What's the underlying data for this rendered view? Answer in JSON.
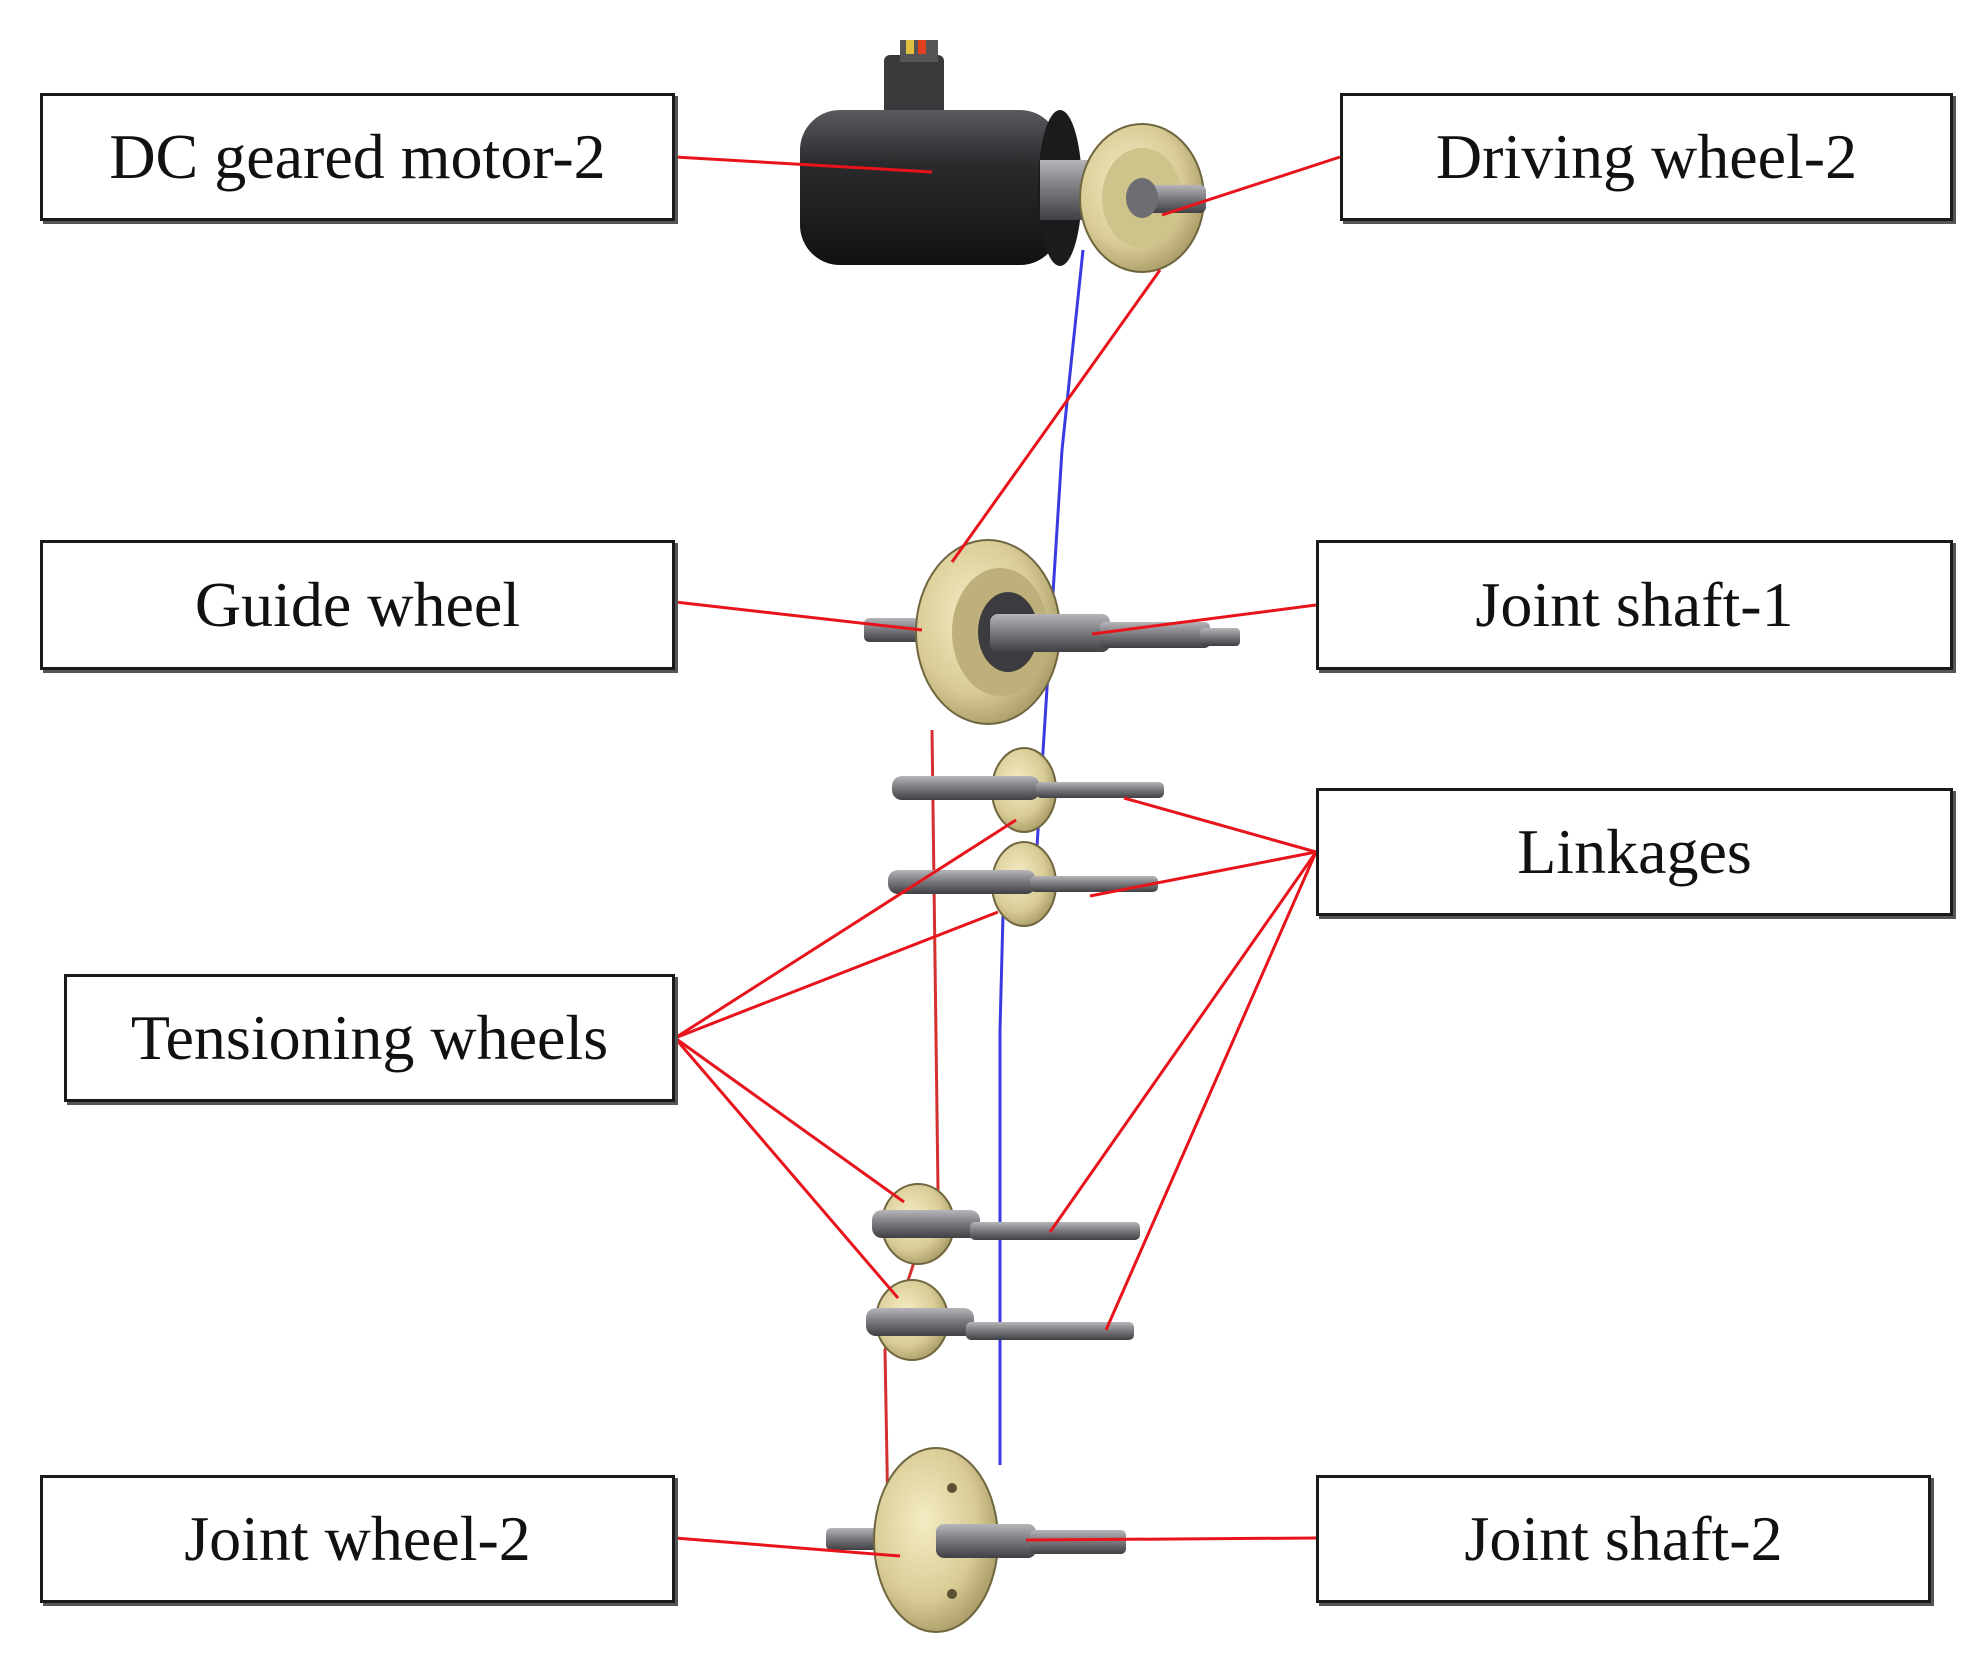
{
  "labels": {
    "dc_geared_motor": "DC geared motor-2",
    "driving_wheel": "Driving wheel-2",
    "guide_wheel": "Guide wheel",
    "joint_shaft_1": "Joint shaft-1",
    "linkages": "Linkages",
    "tensioning_wheels": "Tensioning wheels",
    "joint_wheel_2": "Joint wheel-2",
    "joint_shaft_2": "Joint shaft-2"
  },
  "colors": {
    "leader_line": "#e8141c",
    "cable_blue": "#3a3ae0",
    "cable_red": "#d43030",
    "wheel_gold": "#d9cc96",
    "motor_body": "#2b2b2b",
    "shaft_grey": "#7d7d82"
  }
}
